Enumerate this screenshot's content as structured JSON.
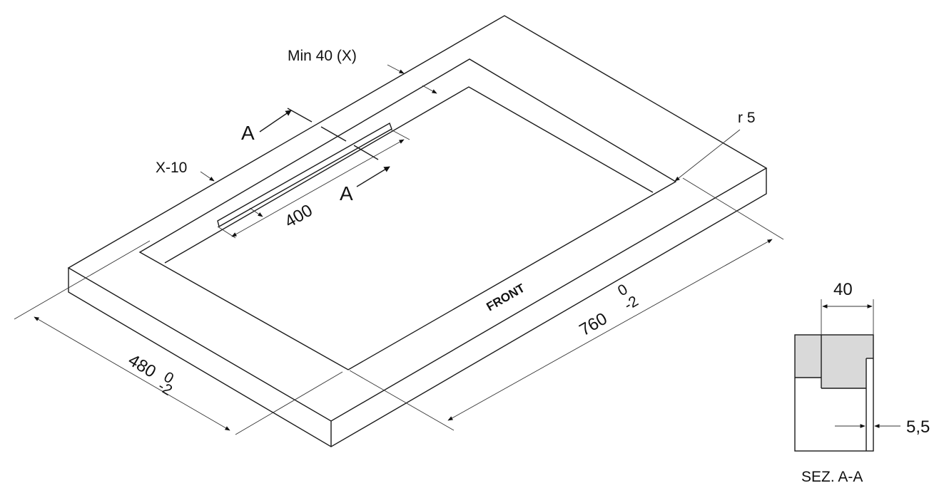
{
  "labels": {
    "min_40_x": "Min 40 (X)",
    "x_minus_10": "X-10",
    "radius": "r 5",
    "section_marker": "A",
    "dim_400": "400",
    "front": "FRONT",
    "dim_760": "760",
    "dim_480": "480",
    "tol_upper": "0",
    "tol_lower": "-2",
    "section_width": "40",
    "section_offset": "5,5",
    "section_title": "SEZ. A-A"
  },
  "colors": {
    "line": "#1a1a1a",
    "section_fill": "#d9d9d9"
  }
}
